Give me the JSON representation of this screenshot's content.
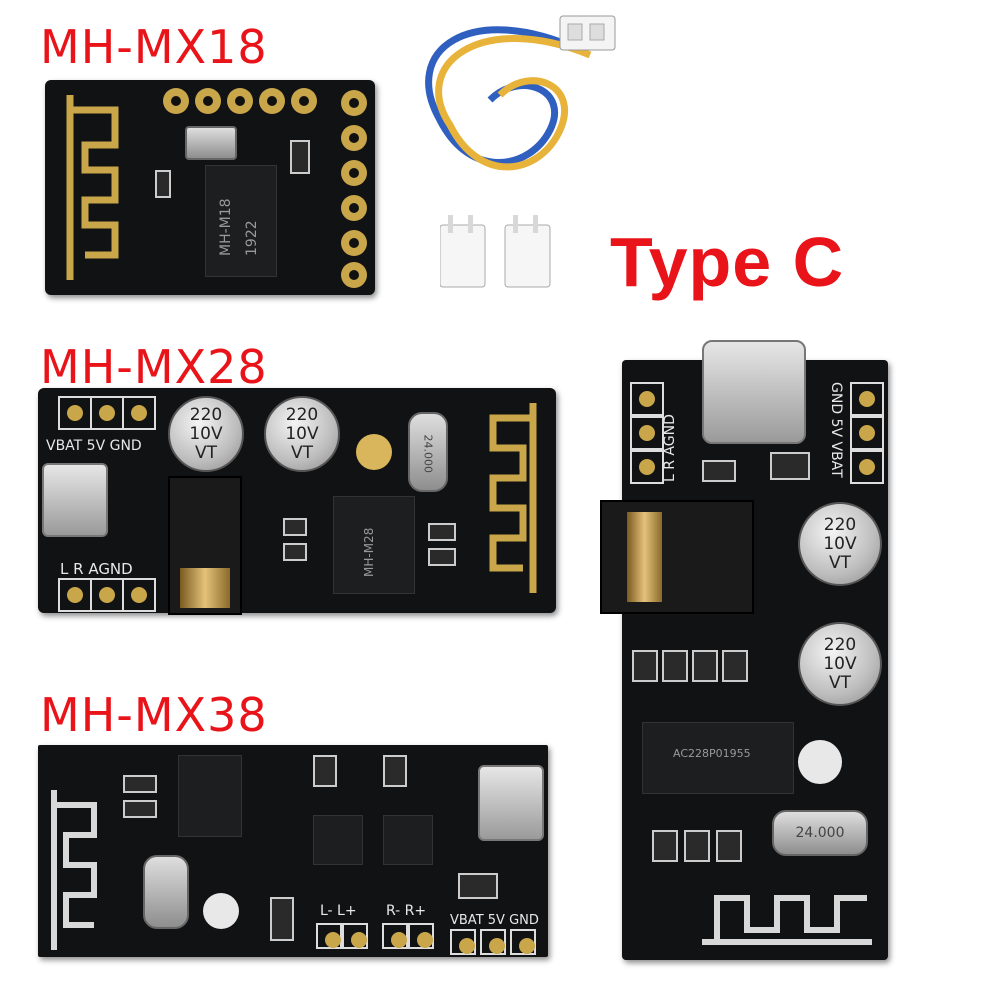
{
  "labels": {
    "mx18": "MH-MX18",
    "mx28": "MH-MX28",
    "mx38": "MH-MX38",
    "typec": "Type C"
  },
  "mx18": {
    "chip_text_1": "MH-M18",
    "chip_text_2": "1922"
  },
  "mx28": {
    "pins_top": "VBAT 5V GND",
    "pins_bottom": "L  R  AGND",
    "cap_label_1": "220",
    "cap_label_2": "10V",
    "cap_label_3": "VT",
    "crystal": "24.000",
    "chip_text": "MH-M28"
  },
  "mx38": {
    "left_out": "L-  L+",
    "right_out": "R-  R+",
    "pins": "VBAT  5V  GND"
  },
  "typec_board": {
    "pins_left": "L  R  AGND",
    "pins_right": "GND  5V  VBAT",
    "cap_label_1": "220",
    "cap_label_2": "10V",
    "cap_label_3": "VT",
    "crystal": "24.000",
    "chip_text": "AC228P01955"
  },
  "colors": {
    "label_red": "#e8141a",
    "pcb_black": "#111213",
    "gold": "#c9a64a",
    "wire_blue": "#2f5fbf",
    "wire_yellow": "#e8b33a"
  }
}
